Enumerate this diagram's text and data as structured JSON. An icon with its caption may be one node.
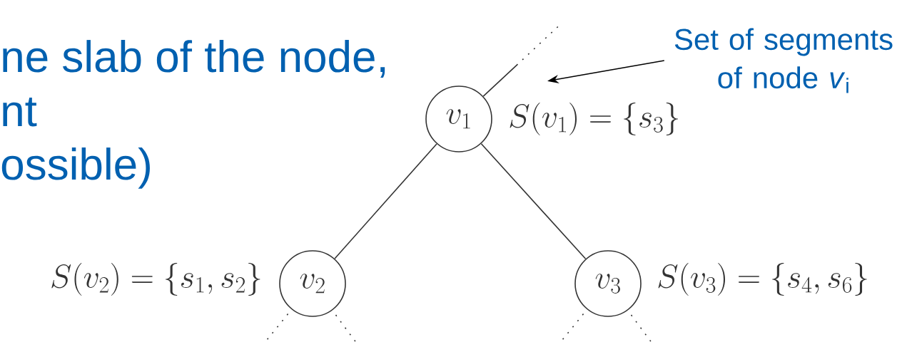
{
  "diagram": {
    "nodes": [
      {
        "text": [
          "v_1"
        ]
      },
      {
        "text": [
          "v_2"
        ],
        "beside": [
          "S(v_2) = \\{s_1 , s_2\\}"
        ]
      },
      {
        "text": [
          "v_3"
        ],
        "beside": [
          "S(v_3) = \\{s_4 , s_6\\}"
        ]
      },
      {
        "text": [
          "Set of segments of node *v*$_{i}$"
        ]
      },
      {
        "text": [
          "S(v_1) = \\{s_3\\}"
        ]
      }
    ],
    "edges": [
      {
        "from": 0,
        "to": 1,
        "arrow": "none"
      },
      {
        "from": 0,
        "to": 2,
        "arrow": "none"
      },
      {
        "from": 0,
        "to": null,
        "arrow": "none",
        "style": "dashed"
      },
      {
        "from": 1,
        "to": null,
        "arrow": "none",
        "style": "dashed"
      },
      {
        "from": 1,
        "to": null,
        "arrow": "none",
        "style": "dashed"
      },
      {
        "from": 2,
        "to": null,
        "arrow": "none",
        "style": "dashed"
      },
      {
        "from": 2,
        "to": null,
        "arrow": "none",
        "style": "dashed"
      },
      {
        "from": 3,
        "to": 4,
        "arrow": "to",
        "color": "#000000"
      }
    ],
    "labels": [
      "ne slab of the node,",
      "nt",
      "ossible)"
    ]
  }
}
